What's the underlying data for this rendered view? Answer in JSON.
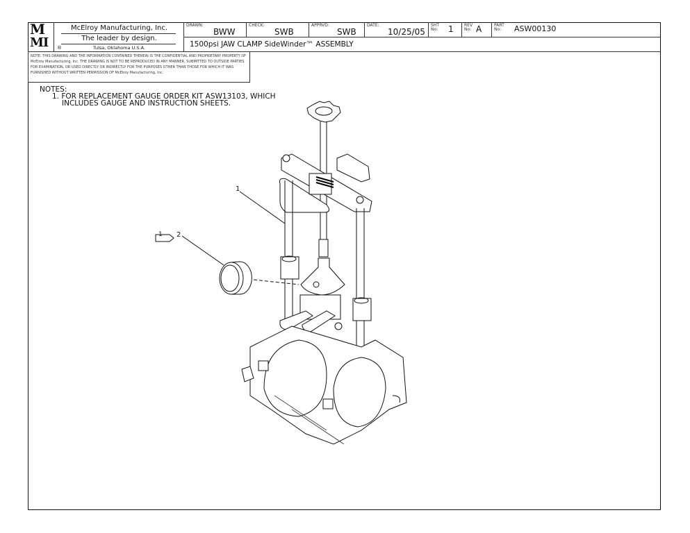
{
  "title_block": {
    "logo": "MMI",
    "company": "McElroy Manufacturing, Inc.",
    "tagline": "The leader by design.",
    "location": "Tulsa, Oklahoma U.S.A.",
    "registered": "®",
    "drawn_label": "DRAWN:",
    "drawn": "BWW",
    "check_label": "CHECK:",
    "check": "SWB",
    "apprvd_label": "APPRVD:",
    "apprvd": "SWB",
    "date_label": "DATE:",
    "date": "10/25/05",
    "sht_label": "SHT No:",
    "sht": "1",
    "rev_label": "REV No:",
    "rev": "A",
    "part_label": "PART No:",
    "part": "ASW00130",
    "title": "1500psi JAW CLAMP SideWinder™ ASSEMBLY"
  },
  "confidential_note": "NOTE: THIS DRAWING AND THE INFORMATION CONTAINED THEREIN IS THE CONFIDENTIAL AND PROPRIETARY PROPERTY OF McElroy Manufacturing, Inc. THE DRAWING IS NOT TO BE REPRODUCED IN ANY MANNER, SUBMITTED TO OUTSIDE PARTIES FOR EXAMINATION, OR USED DIRECTLY OR INDIRECTLY FOR THE PURPOSES OTHER THAN THOSE FOR WHICH IT WAS FURNISHED WITHOUT WRITTEN PERMISSION OF McElroy Manufacturing, Inc.",
  "notes": {
    "heading": "NOTES:",
    "line1": "1. FOR REPLACEMENT GAUGE ORDER KIT ASW13103, WHICH",
    "line2": "INCLUDES GAUGE AND INSTRUCTION SHEETS."
  },
  "callouts": {
    "item1": "1",
    "item2": "2",
    "note_flag": "1"
  }
}
